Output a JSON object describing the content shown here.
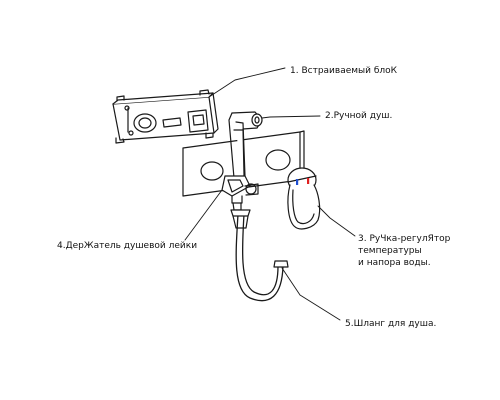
{
  "labels": {
    "item1": "1. Встраиваемый блоК",
    "item2": "2.Ручной душ.",
    "item3_line1": "3. РуЧка-регулЯтор",
    "item3_line2": "температуры",
    "item3_line3": "и напора воды.",
    "item4": "4.ДерЖатель душевой лейки",
    "item5": "5.Шланг для душа."
  },
  "colors": {
    "line": "#1a1a1a",
    "panel": "#ffffff",
    "indicator_blue": "#1f4fd1",
    "indicator_red": "#e02020"
  }
}
